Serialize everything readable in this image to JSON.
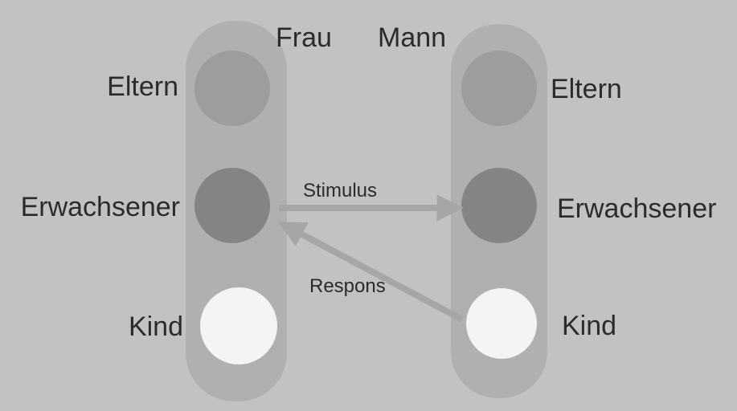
{
  "diagram": {
    "left_person": {
      "name": "Frau",
      "states": [
        "Eltern",
        "Erwachsener",
        "Kind"
      ]
    },
    "right_person": {
      "name": "Mann",
      "states": [
        "Eltern",
        "Erwachsener",
        "Kind"
      ]
    },
    "arrows": {
      "stimulus": "Stimulus",
      "response": "Respons"
    }
  },
  "colors": {
    "background": "#c2c2c2",
    "column": "#b0b0b0",
    "circle_eltern": "#9d9d9d",
    "circle_erwachsener": "#848484",
    "circle_kind": "#f4f4f4",
    "arrow": "#a6a6a6",
    "text": "#2b2b2b"
  }
}
